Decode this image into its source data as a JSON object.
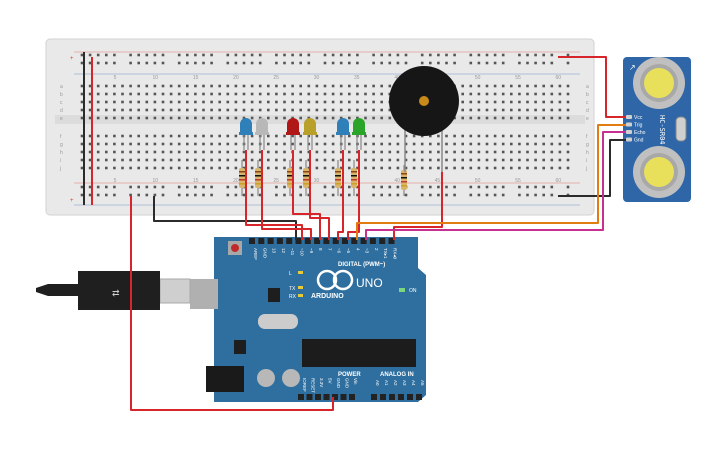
{
  "breadboard": {
    "col_numbers": [
      "5",
      "10",
      "15",
      "20",
      "25",
      "30",
      "35",
      "40",
      "45",
      "50",
      "55",
      "60"
    ],
    "row_letters_top": [
      "a",
      "b",
      "c",
      "d",
      "e"
    ],
    "row_letters_bottom": [
      "f",
      "g",
      "h",
      "i",
      "j"
    ],
    "rail_labels": [
      "+",
      "-"
    ]
  },
  "components": {
    "leds": [
      {
        "name": "led-blue-1",
        "color": "#2f7fb8"
      },
      {
        "name": "led-white",
        "color": "#b8b8b8"
      },
      {
        "name": "led-red",
        "color": "#b01818"
      },
      {
        "name": "led-yellow",
        "color": "#b9a02a"
      },
      {
        "name": "led-blue-2",
        "color": "#2f7fb8"
      },
      {
        "name": "led-green",
        "color": "#2aa52a"
      }
    ],
    "buzzer_color": "#161616"
  },
  "arduino": {
    "logo": "ARDUINO",
    "model": "UNO",
    "digital_label": "DIGITAL (PWM~)",
    "power_label": "POWER",
    "analog_label": "ANALOG IN",
    "on_label": "ON",
    "l_label": "L",
    "tx_label": "TX",
    "rx_label": "RX",
    "digital_pins": [
      "AREF",
      "GND",
      "13",
      "12",
      "~11",
      "~10",
      "~9",
      "8",
      "7",
      "~6",
      "~5",
      "4",
      "~3",
      "2",
      "TX▸1",
      "RX◂0"
    ],
    "power_pins": [
      "IOREF",
      "RESET",
      "3.3V",
      "5V",
      "GND",
      "GND",
      "Vin"
    ],
    "analog_pins": [
      "A0",
      "A1",
      "A2",
      "A3",
      "A4",
      "A5"
    ],
    "board_color": "#2f6f9f"
  },
  "sensor": {
    "model": "HC-SR04",
    "pins": [
      "Vcc",
      "Trig",
      "Echo",
      "Gnd"
    ]
  },
  "wire_colors": {
    "red": "#d6262b",
    "black": "#2b2b2b",
    "orange": "#e07c12",
    "pink": "#c7308f"
  }
}
